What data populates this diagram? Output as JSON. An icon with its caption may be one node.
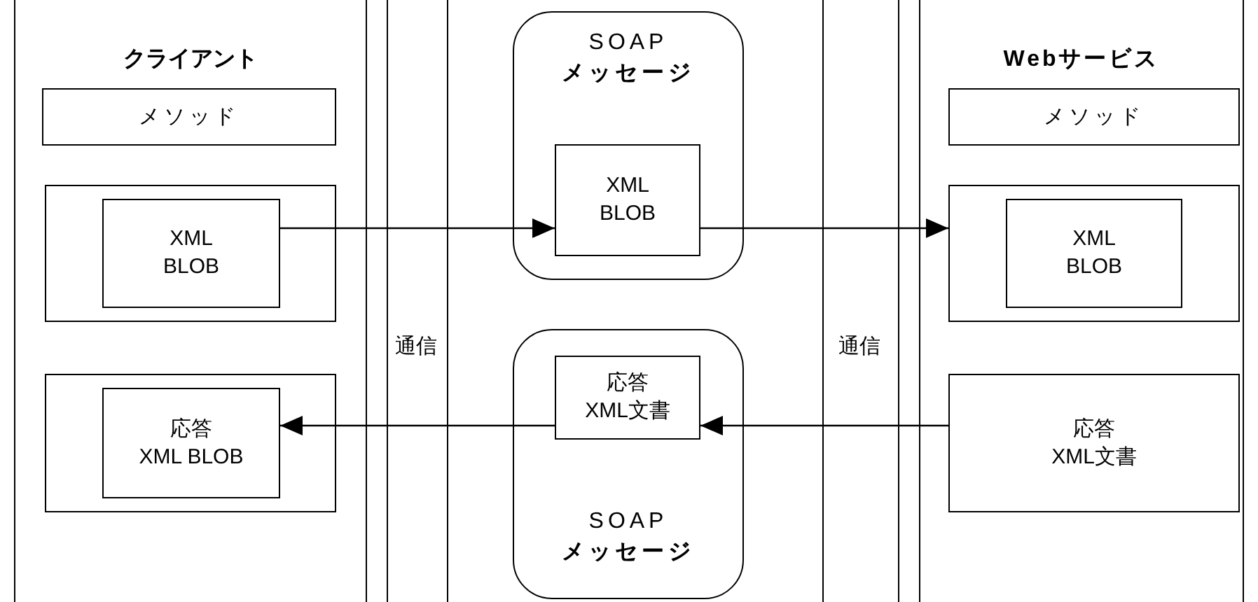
{
  "diagram": {
    "nodes": [
      {
        "text": [
          "クライアント"
        ]
      },
      {
        "text": [
          "メソッド"
        ],
        "in": 0
      },
      {
        "text": [],
        "shape": "box",
        "in": 0
      },
      {
        "text": [
          "XML BLOB"
        ],
        "in": 2
      },
      {
        "text": [],
        "shape": "box",
        "in": 0
      },
      {
        "text": [
          "応答 XML BLOB"
        ],
        "in": 4
      },
      {
        "text": [
          "通信"
        ]
      },
      {
        "text": [
          "SOAP",
          "メッセージ"
        ]
      },
      {
        "text": [
          "XML BLOB"
        ],
        "in": 7
      },
      {
        "text": [
          "SOAP",
          "メッセージ"
        ]
      },
      {
        "text": [
          "応答 XML文書"
        ],
        "in": 9
      },
      {
        "text": [
          "通信"
        ]
      },
      {
        "text": [
          "Web**サービス**"
        ]
      },
      {
        "text": [
          "メソッド"
        ],
        "in": 12
      },
      {
        "text": [],
        "shape": "box",
        "in": 12
      },
      {
        "text": [
          "XML BLOB"
        ],
        "in": 14
      },
      {
        "text": [
          "応答 XML文書"
        ],
        "in": 12
      }
    ],
    "edges": [
      {
        "from": 3,
        "to": 8,
        "arrow": "to"
      },
      {
        "from": 8,
        "to": 14,
        "arrow": "to"
      },
      {
        "from": 16,
        "to": 10,
        "arrow": "to"
      },
      {
        "from": 10,
        "to": 5,
        "arrow": "to"
      }
    ]
  }
}
